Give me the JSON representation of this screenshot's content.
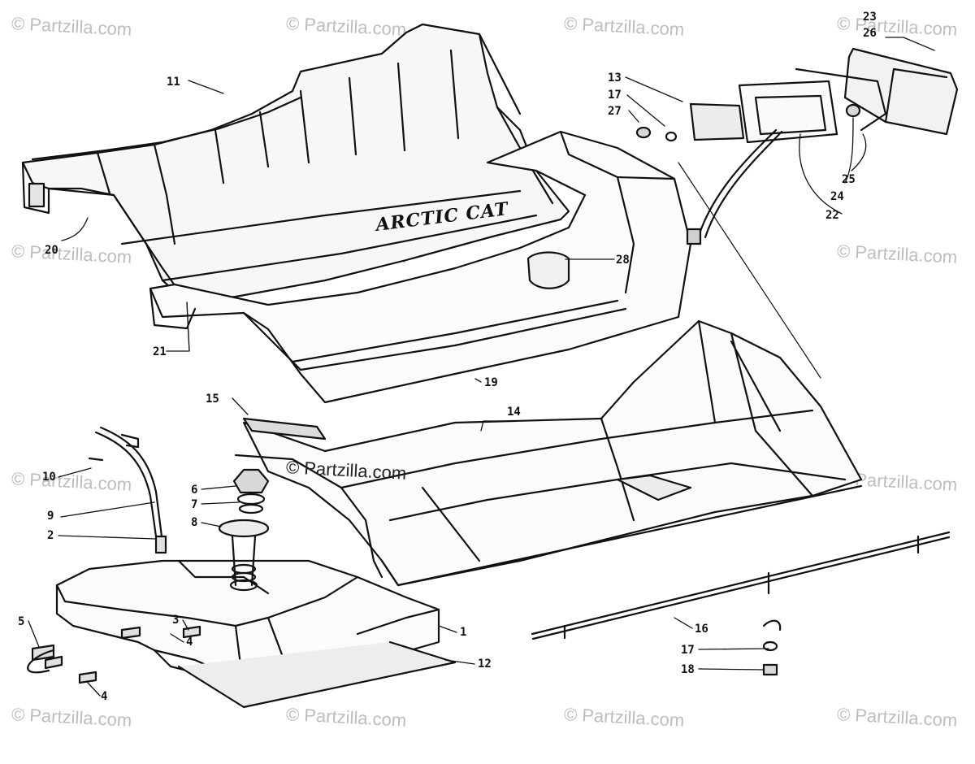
{
  "watermark": "© Partzilla.com",
  "brand_text": "ARCTIC CAT",
  "callouts": [
    "1",
    "2",
    "3",
    "4",
    "4",
    "5",
    "6",
    "7",
    "8",
    "9",
    "10",
    "11",
    "12",
    "13",
    "14",
    "15",
    "16",
    "17",
    "17",
    "18",
    "19",
    "20",
    "21",
    "22",
    "23",
    "24",
    "25",
    "26",
    "27",
    "28"
  ],
  "colors": {
    "ink": "#111111",
    "watermark": "#bdbdbd",
    "paper": "#ffffff"
  }
}
